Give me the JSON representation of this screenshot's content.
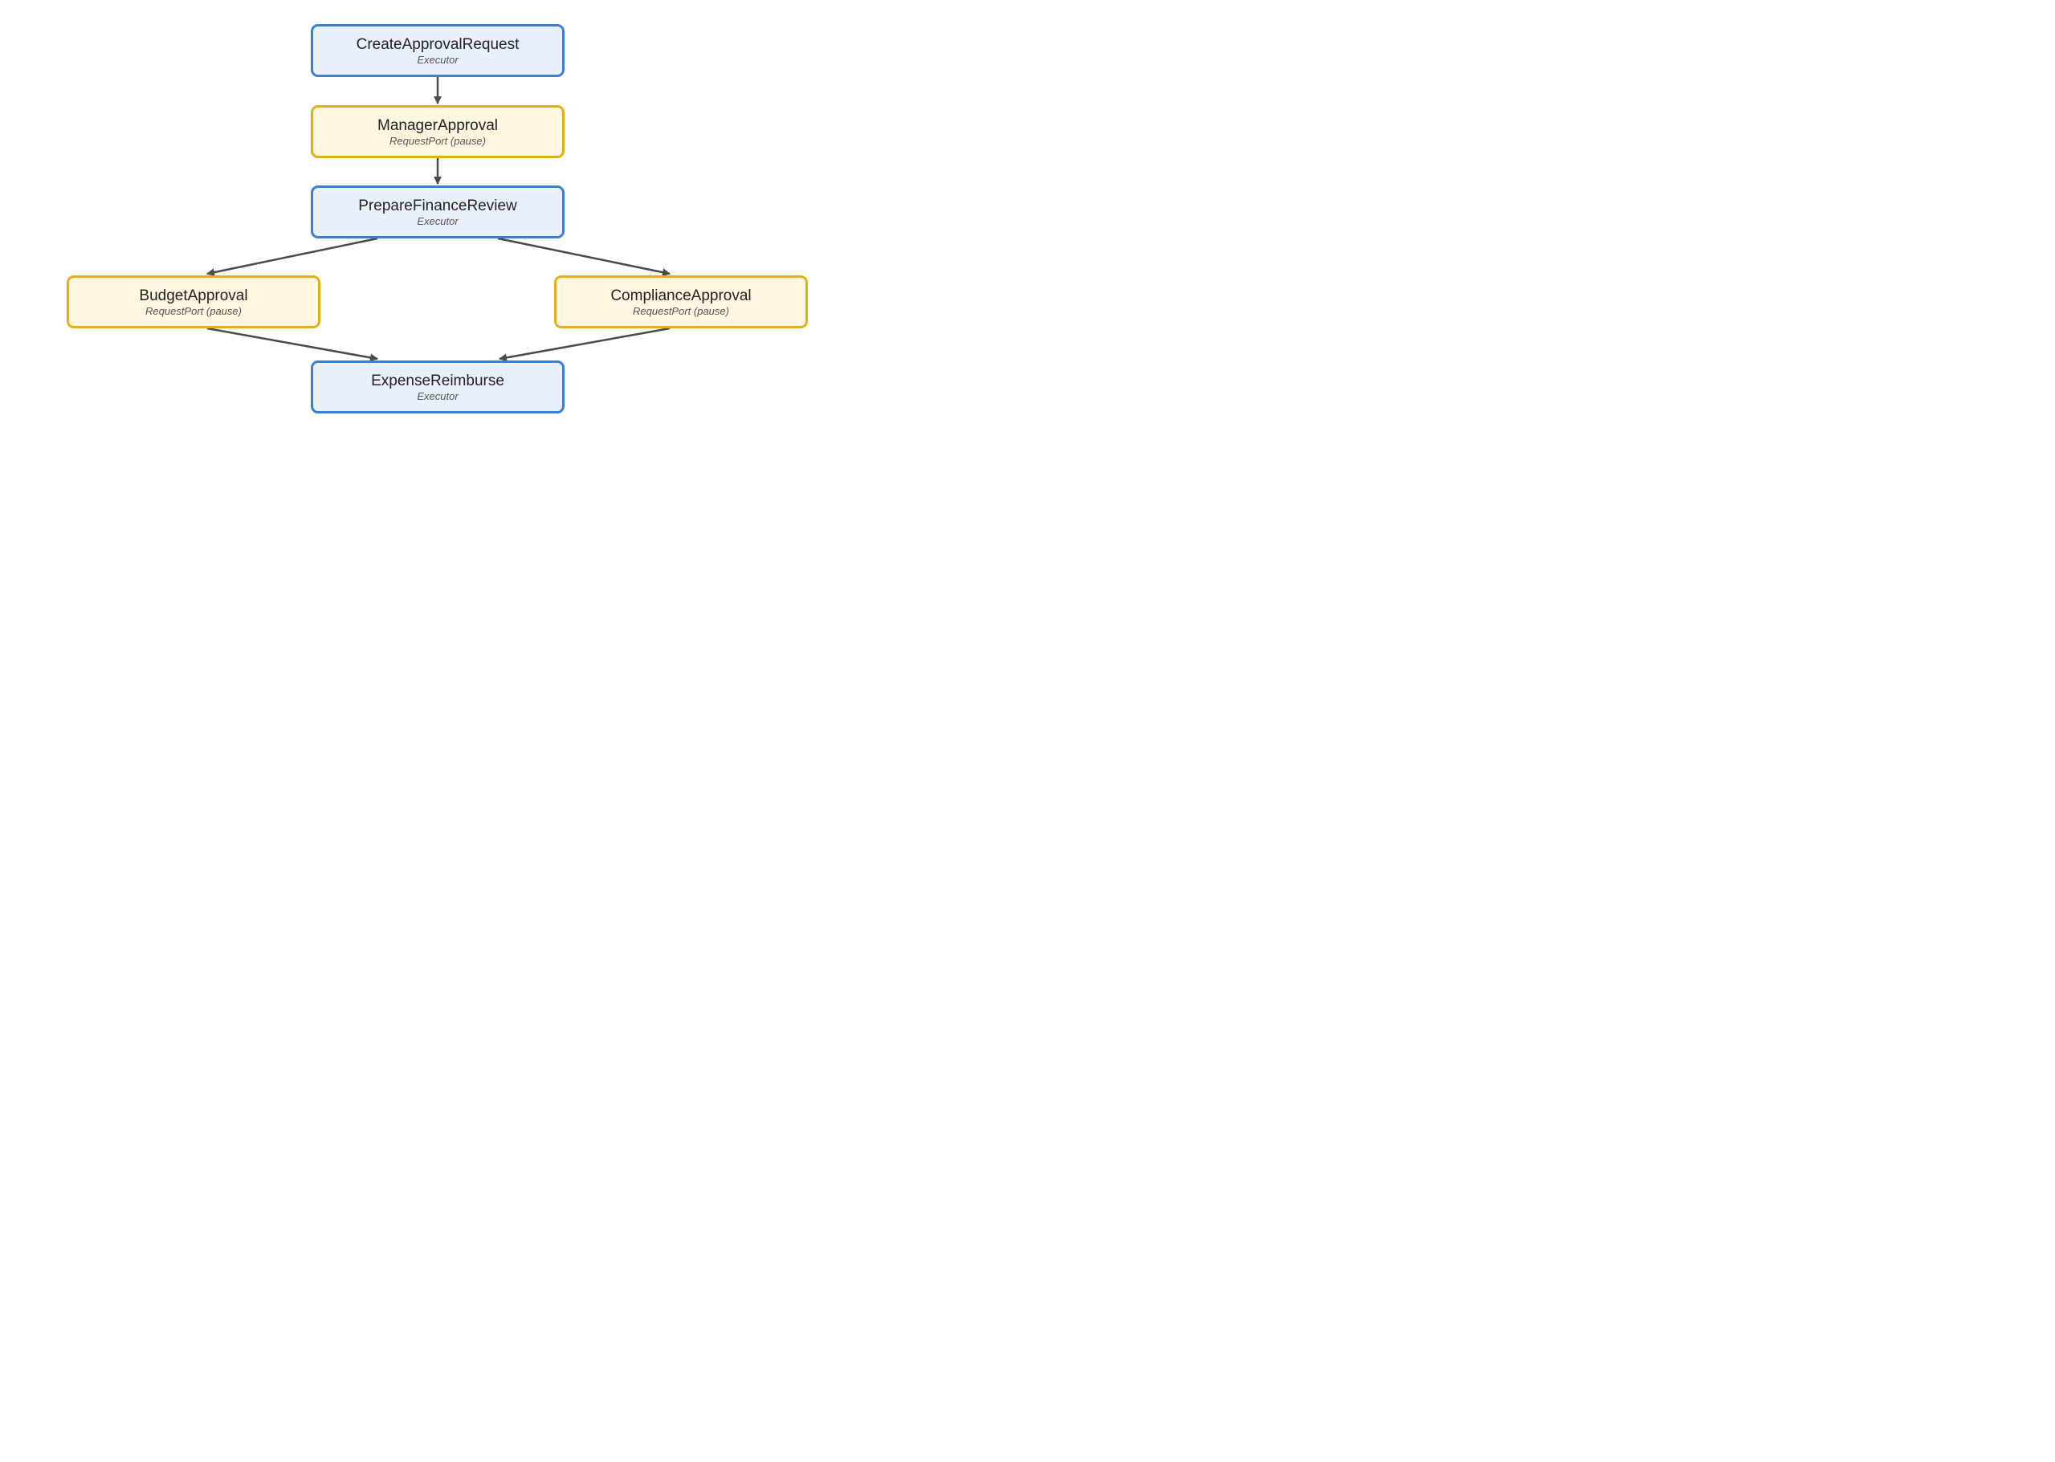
{
  "colors": {
    "executor_fill": "#e8f0fc",
    "executor_border": "#3c7fd9",
    "requestport_fill": "#fff6df",
    "requestport_border": "#e2b012",
    "edge": "#4a4a4a"
  },
  "nodes": [
    {
      "id": "create",
      "name": "CreateApprovalRequest",
      "kind": "Executor"
    },
    {
      "id": "manager",
      "name": "ManagerApproval",
      "kind": "RequestPort (pause)"
    },
    {
      "id": "prepare",
      "name": "PrepareFinanceReview",
      "kind": "Executor"
    },
    {
      "id": "budget",
      "name": "BudgetApproval",
      "kind": "RequestPort (pause)"
    },
    {
      "id": "compliance",
      "name": "ComplianceApproval",
      "kind": "RequestPort (pause)"
    },
    {
      "id": "expense",
      "name": "ExpenseReimburse",
      "kind": "Executor"
    }
  ],
  "edges": [
    {
      "from": "create",
      "to": "manager"
    },
    {
      "from": "manager",
      "to": "prepare"
    },
    {
      "from": "prepare",
      "to": "budget"
    },
    {
      "from": "prepare",
      "to": "compliance"
    },
    {
      "from": "budget",
      "to": "expense"
    },
    {
      "from": "compliance",
      "to": "expense"
    }
  ]
}
